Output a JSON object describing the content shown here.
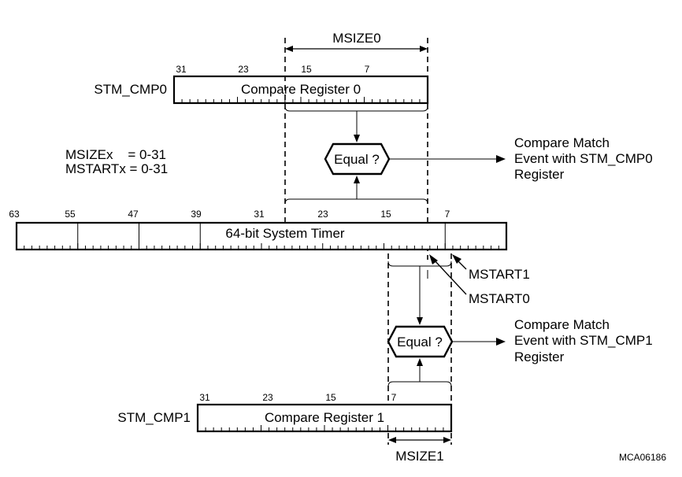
{
  "registers": {
    "cmp0": {
      "name": "STM_CMP0",
      "label": "Compare Register 0",
      "bits": [
        "31",
        "23",
        "15",
        "7"
      ]
    },
    "timer": {
      "label": "64-bit System Timer",
      "bits": [
        "63",
        "55",
        "47",
        "39",
        "31",
        "23",
        "15",
        "7"
      ]
    },
    "cmp1": {
      "name": "STM_CMP1",
      "label": "Compare Register 1",
      "bits": [
        "31",
        "23",
        "15",
        "7"
      ]
    }
  },
  "size_labels": {
    "msize0": "MSIZE0",
    "msize1": "MSIZE1"
  },
  "start_labels": {
    "mstart1": "MSTART1",
    "mstart0": "MSTART0"
  },
  "ranges": {
    "line1": "MSIZEx    = 0-31",
    "line2": "MSTARTx = 0-31"
  },
  "comparators": {
    "equal0": "Equal ?",
    "equal1": "Equal ?"
  },
  "outputs": {
    "cmp0": [
      "Compare Match",
      "Event with STM_CMP0",
      "Register"
    ],
    "cmp1": [
      "Compare Match",
      "Event with STM_CMP1",
      "Register"
    ]
  },
  "figure_id": "MCA06186"
}
